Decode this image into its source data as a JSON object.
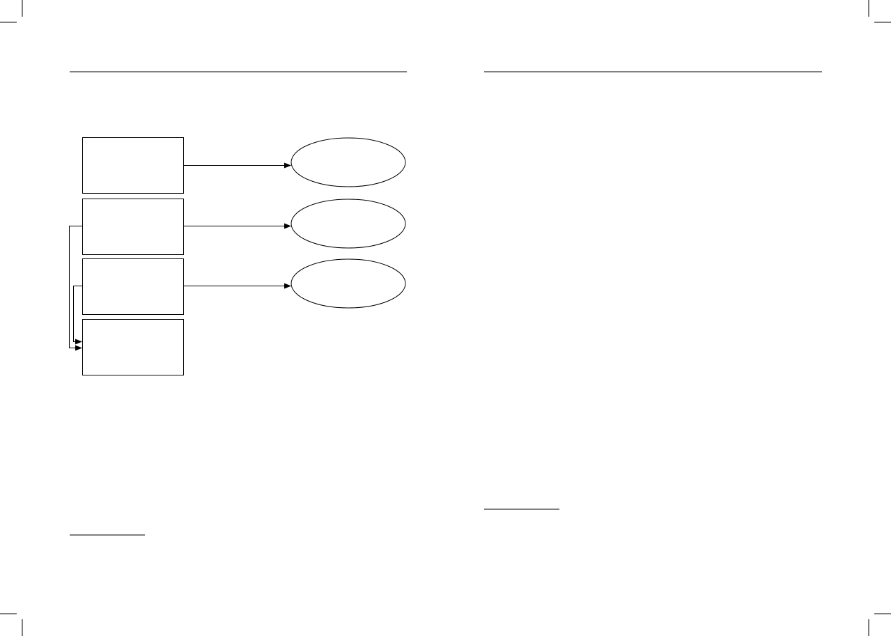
{
  "spread": {
    "pages": [
      {
        "id": "left",
        "diagram": {
          "boxes": [
            {
              "id": "box-1",
              "label": ""
            },
            {
              "id": "box-2",
              "label": ""
            },
            {
              "id": "box-3",
              "label": ""
            },
            {
              "id": "box-4",
              "label": ""
            }
          ],
          "ellipses": [
            {
              "id": "ellipse-1",
              "label": ""
            },
            {
              "id": "ellipse-2",
              "label": ""
            },
            {
              "id": "ellipse-3",
              "label": ""
            }
          ],
          "edges": [
            {
              "from": "box-1",
              "to": "ellipse-1"
            },
            {
              "from": "box-2",
              "to": "ellipse-2"
            },
            {
              "from": "box-3",
              "to": "ellipse-3"
            },
            {
              "from": "box-2",
              "to": "box-4"
            },
            {
              "from": "box-3",
              "to": "box-4"
            }
          ]
        }
      },
      {
        "id": "right"
      }
    ]
  },
  "colors": {
    "ink": "#000000",
    "paper": "#ffffff"
  }
}
